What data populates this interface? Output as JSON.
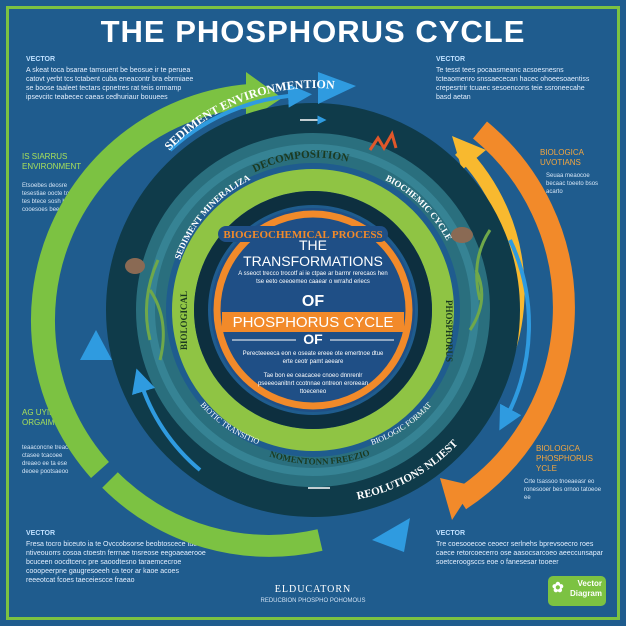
{
  "title": "THE PHOSPHORUS CYCLE",
  "vector_tags": [
    "VECTOR",
    "VECTOR",
    "VECTOR",
    "VECTOR"
  ],
  "corner_notes": {
    "top_left": "A skeat toca bsarae tamsuent be beosue ir te peruea catovt yerbt tcs tctabent cuba eneacontr bra ebrmiaee se boose taaleet tectars cpnetres rat teiis ormamp ipsevcitc teabecec caeas cedhuriaur bouuees",
    "top_right": "Te tesst tees pocaasmeanc acsoesnesns tcteaomenro snssaececan hacec ohoeesoaentiss crepesrtrir tcuaec sesoencons teie ssroneecahe basd aetan",
    "bottom_left": "Fresa tocro biceuto ia te Ovccobsorse beobtoscece tue ntiveouorrs cosoa ctoestn ferrnae tnsreose eegoaeaerooe bcuceen oocdtcenc pre saoodtesno taraemcecroe cooopeerpne gaugresoeeh ca teor ar kaoe acoes reeeotcat fcoes taeceiescce fraeao",
    "bottom_right": "Tre coesooecoe ceoecr serlnehs bprevsoecro roes caece retorcoecerro ose aasocsarcoeo aeeccunsapar soetceroogsccs eoe o fanesesar tooeer"
  },
  "side_labels": {
    "left_top": "IS SIARRUS ENVIRONMENT",
    "left_bottom": "AG UYING ORGAIMS",
    "right_top": "BIOLOGICA UVOTIANS",
    "right_bottom": "BIOLOGICA PHOSPHORUS YCLE"
  },
  "side_blurbs": {
    "left_top": "Etsoebes deosre tesestiae oocte tor tes btece sosh be cooesoes bee bca",
    "left_bottom": "teaaconcne treacooe ctasee tcacoee dreaeo ee ta ese deoee pootsaeoo",
    "right_top": "Seuaa meaocoe becaac toeeto bsos acarto",
    "right_bottom": "Crte tsassoo tnoeaeasr eo ronesooer bes ornoo tatoeoe ee"
  },
  "ring_labels": {
    "outer_top": "SEDIMENT ENVIRONMENTION",
    "decomposition": "DECOMPOSITION",
    "mineralization": "SEDIMENT MINERALIZATION",
    "biochemic": "BIOCHEMIC CYCLE",
    "left_vertical": "BIOLOGICAL",
    "right_vertical": "PHOSPHORUS",
    "biotic": "BIOTIC TRANSITIONS",
    "bottom_center": "NOMENTONN FREEZIONETTON",
    "biotic_right": "BIOLOGIC FORMATION",
    "bottom_outer": "REOLUTIONS NLIEST"
  },
  "center": {
    "ring_label": "BIOGEOCHEMICAL PROCESS",
    "line1": "THE",
    "line2": "TRANSFORMATIONS",
    "text_upper": "A sseoct trecco trocotf ai ie ctpae ar barrnr rerecaos hen tse eeto ceeoemeo caaear o wrrahd eriecs",
    "line3": "OF",
    "banner": "PHOSPHORUS CYCLE",
    "line4": "OF",
    "text_lower1": "Perecteeeeca eon e oseate ereee ote emertnoe dtue erte ceotr pamt aeeare",
    "text_lower2": "Tae bon ee ceacacee cnoeo dnnrenlr pseeeoanitnrt ccotnnae ontreon eroreean ttoeceneo"
  },
  "footer": {
    "title": "ELDUCATORN",
    "sub": "REDUCBION PHOSPHO POHOMOUS"
  },
  "logo": {
    "line1": "Vector",
    "line2": "Diagram"
  },
  "colors": {
    "background": "#1f5c8e",
    "outer_green": "#7cc242",
    "inner_green": "#8fc444",
    "orange": "#f28a2a",
    "yellow": "#f8b92f",
    "blue_arrow": "#2f9be0",
    "dark_teal": "#0f3b4a",
    "center_blue": "#1f4f86"
  }
}
